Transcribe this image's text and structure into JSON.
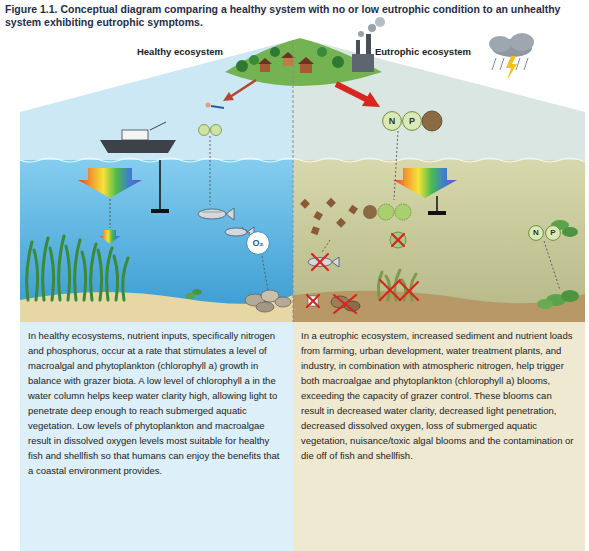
{
  "diagram": {
    "title": "Figure 1.1. Conceptual diagram comparing a healthy system with no or low eutrophic condition to an unhealthy system exhibiting eutrophic symptoms.",
    "nodes": [
      {
        "text": [
          "In healthy ecosystems, nutrient inputs, specifically nitrogen and phosphorus, occur at a rate that stimulates a level of macroalgal and phytoplankton (chlorophyll a) growth in balance with grazer biota. A low level of chlorophyll a in the water column helps keep water clarity high, allowing light to penetrate deep enough to reach submerged aquatic vegetation. Low levels of phytoplankton and macroalgae result in dissolved oxygen levels most suitable for healthy fish and shellfish so that humans can enjoy the benefits that a coastal environment provides."
        ]
      },
      {
        "text": [
          "In a eutrophic ecosystem, increased sediment and nutrient loads from farming, urban development, water treatment plants, and industry, in combination with atmospheric nitrogen, help trigger both macroalgae and phytoplankton (chlorophyll a) blooms, exceeding the capacity of grazer control. These blooms can result in decreased water clarity, decreased light penetration, decreased dissolved oxygen, loss of submerged aquatic vegetation, nuisance/toxic algal blooms and the contamination or die off of fish and shellfish."
        ]
      },
      {
        "text": [
          "O₂"
        ]
      },
      {
        "text": [
          "N"
        ]
      },
      {
        "text": [
          "P"
        ]
      },
      {
        "text": [
          "N"
        ]
      },
      {
        "text": [
          "P"
        ]
      }
    ],
    "labels": [
      "Healthy ecosystem",
      "Eutrophic ecosystem"
    ]
  }
}
